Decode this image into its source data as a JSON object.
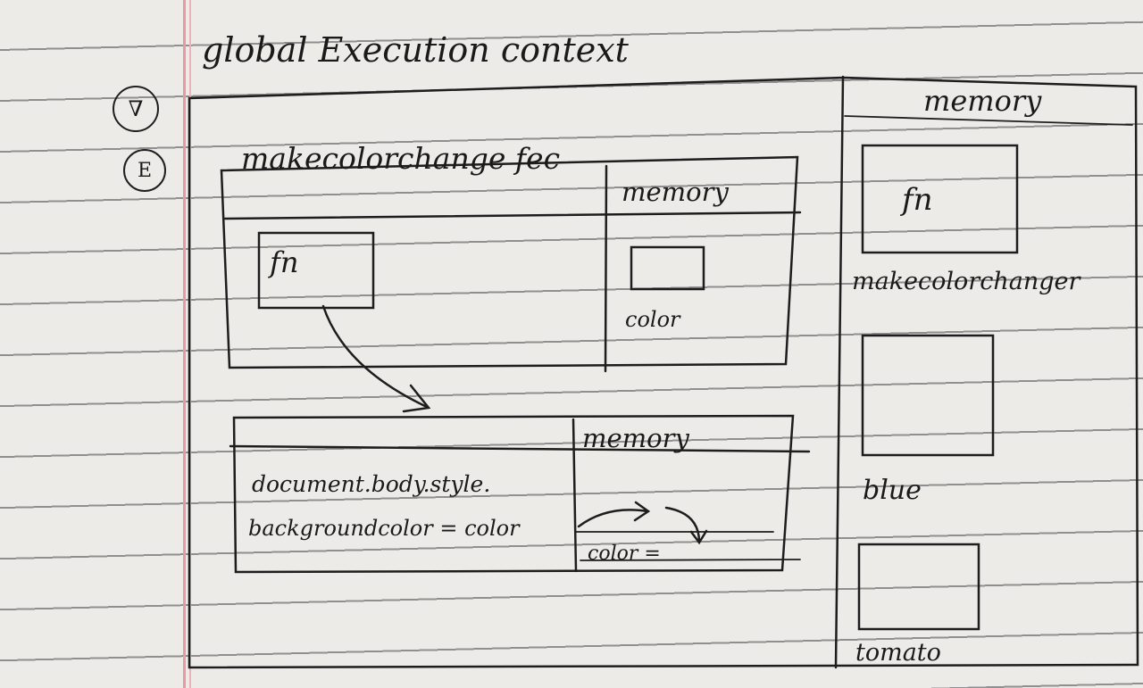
{
  "margin_marks": [
    "∇",
    "E"
  ],
  "title": "global Execution context",
  "global_memory": {
    "header": "memory",
    "slots": [
      {
        "value": "fn",
        "label": "makecolorchanger"
      },
      {
        "value": "",
        "label": "blue"
      },
      {
        "value": "",
        "label": "tomato"
      }
    ]
  },
  "function_context": {
    "title": "makecolorchange fec",
    "code_box": "fn",
    "memory_header": "memory",
    "memory_var": "color"
  },
  "inner_context": {
    "memory_header": "memory",
    "code_line_1": "document.body.style.",
    "code_line_2": "backgroundcolor = color",
    "memory_var": "color ="
  }
}
